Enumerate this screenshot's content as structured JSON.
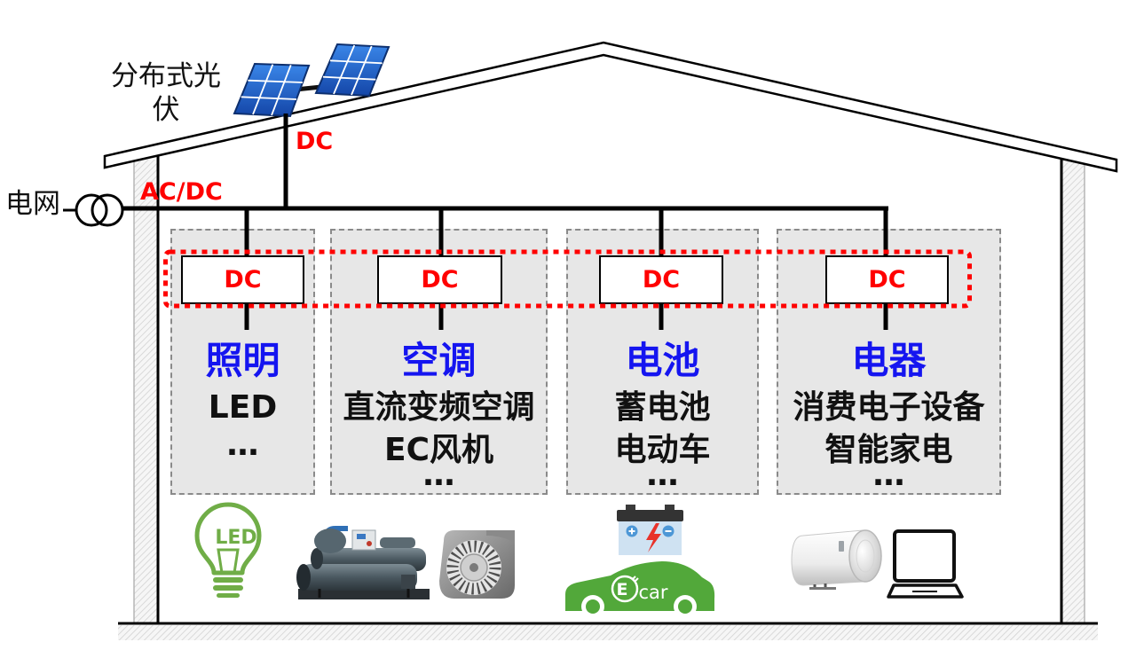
{
  "colors": {
    "red": "#FF0000",
    "blue": "#1515F0",
    "panel-bg": "#E7E7E7",
    "led-green": "#70AD47",
    "car-green": "#52A83A"
  },
  "sources": {
    "solar": {
      "label_lines": [
        "分布式光",
        "伏"
      ],
      "output": "DC",
      "icon": "solar-panel-icon"
    },
    "grid": {
      "label": "电网",
      "converter": "AC/DC",
      "icon": "transformer-icon"
    }
  },
  "converters": [
    "DC",
    "DC",
    "DC",
    "DC"
  ],
  "categories": [
    {
      "title": "照明",
      "items": [
        "LED",
        "…"
      ]
    },
    {
      "title": "空调",
      "items": [
        "直流变频空调",
        "EC风机",
        "…"
      ]
    },
    {
      "title": "电池",
      "items": [
        "蓄电池",
        "电动车",
        "…"
      ]
    },
    {
      "title": "电器",
      "items": [
        "消费电子设备",
        "智能家电",
        "…"
      ]
    }
  ],
  "icons": {
    "led_bulb": {
      "name": "led-bulb-icon",
      "text": "LED"
    },
    "chiller": {
      "name": "chiller-icon"
    },
    "fan": {
      "name": "fan-icon"
    },
    "battery": {
      "name": "battery-icon"
    },
    "electric_car": {
      "name": "electric-car-icon",
      "text_e": "E",
      "text_car": "car"
    },
    "water_heater": {
      "name": "water-heater-icon"
    },
    "laptop": {
      "name": "laptop-icon"
    }
  }
}
